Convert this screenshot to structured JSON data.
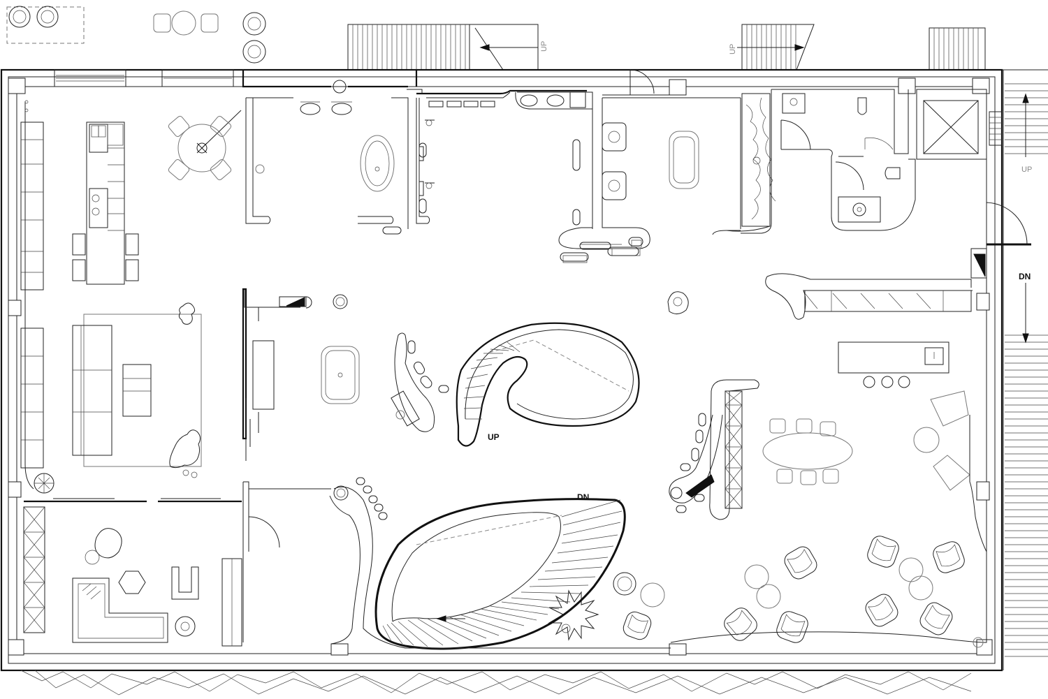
{
  "labels": {
    "stair_top_left": "UP",
    "stair_top_center": "UP",
    "stair_top_right": "UP",
    "stair_right_outer": "DN",
    "spiral_stair_up": "UP",
    "spiral_stair_down": "DN"
  },
  "colors": {
    "line": "#111111",
    "secondary": "#777777",
    "background": "#ffffff"
  }
}
